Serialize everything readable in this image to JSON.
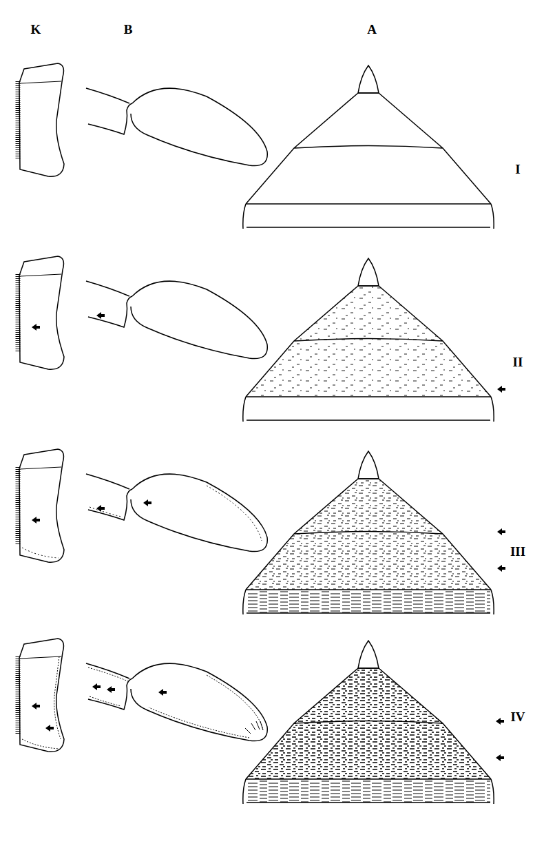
{
  "diagram": {
    "labels": [
      "K",
      "B",
      "A",
      "I",
      "II",
      "III",
      "IV"
    ]
  }
}
